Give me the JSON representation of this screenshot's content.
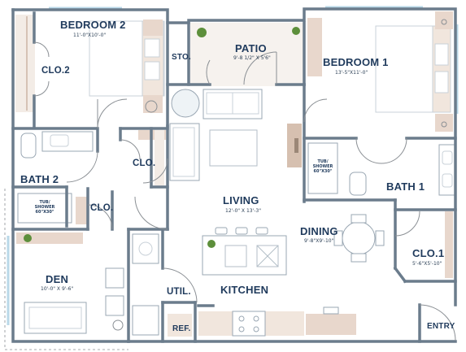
{
  "rooms": {
    "bedroom2": {
      "name": "BEDROOM 2",
      "dim": "11'-0\"X10'-0\""
    },
    "patio": {
      "name": "PATIO",
      "dim": "9'-8 1/2\" X 5'6\""
    },
    "bedroom1": {
      "name": "BEDROOM 1",
      "dim": "13'-5\"X11'-0\""
    },
    "living": {
      "name": "LIVING",
      "dim": "12'-0\" X 13'-3\""
    },
    "dining": {
      "name": "DINING",
      "dim": "9'-8\"X9'-10\""
    },
    "den": {
      "name": "DEN",
      "dim": "10'-0\" X 9'-6\""
    },
    "kitchen": {
      "name": "KITCHEN"
    },
    "bath1": {
      "name": "BATH 1"
    },
    "bath2": {
      "name": "BATH 2"
    },
    "clo1": {
      "name": "CLO.1",
      "dim": "5'-6\"X5'-10\""
    }
  },
  "small_labels": {
    "clo2": "CLO.2",
    "sto": "STO.",
    "clo_hall": "CLO.",
    "clo_bath2": "CLO.",
    "util": "UTIL.",
    "ref": "REF.",
    "entry": "ENTRY"
  },
  "fixtures": {
    "tub_line1": "TUB/",
    "tub_line2": "SHOWER",
    "tub_line3": "60\"X30\""
  },
  "colors": {
    "wall": "#6b7c8c",
    "label": "#1f3a5c",
    "furniture": "#e8d7cc",
    "fixture_outline": "#9aa7b3",
    "window": "#b9d8e8"
  }
}
